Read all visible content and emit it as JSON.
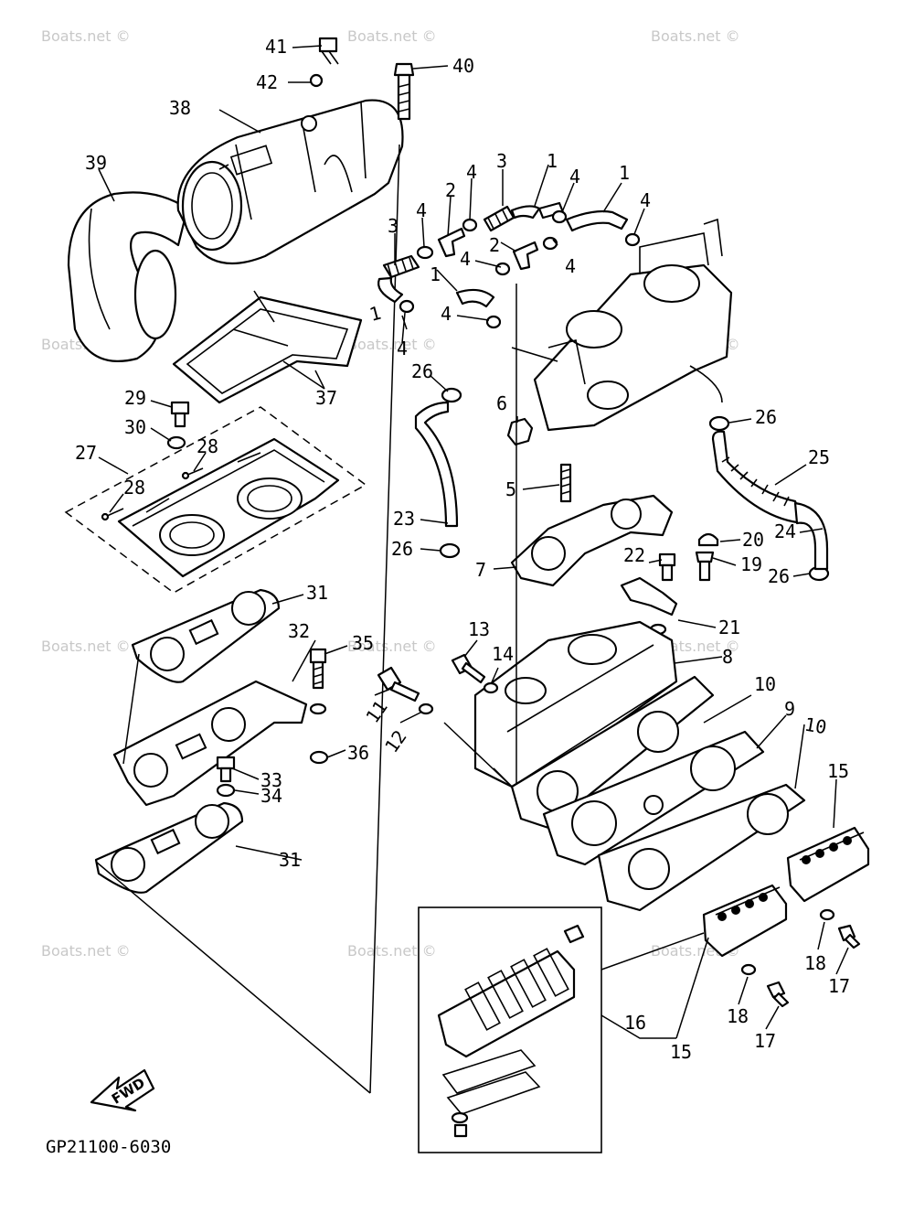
{
  "diagram_code": "GP21100-6030",
  "fwd_label": "FWD",
  "watermark": "Boats.net ©",
  "callouts": [
    {
      "id": "c41",
      "text": "41"
    },
    {
      "id": "c42",
      "text": "42"
    },
    {
      "id": "c40",
      "text": "40"
    },
    {
      "id": "c38",
      "text": "38"
    },
    {
      "id": "c39",
      "text": "39"
    },
    {
      "id": "c37",
      "text": "37"
    },
    {
      "id": "c29",
      "text": "29"
    },
    {
      "id": "c30",
      "text": "30"
    },
    {
      "id": "c27",
      "text": "27"
    },
    {
      "id": "c28a",
      "text": "28"
    },
    {
      "id": "c28b",
      "text": "28"
    },
    {
      "id": "c31a",
      "text": "31"
    },
    {
      "id": "c32",
      "text": "32"
    },
    {
      "id": "c35",
      "text": "35"
    },
    {
      "id": "c33",
      "text": "33"
    },
    {
      "id": "c34",
      "text": "34"
    },
    {
      "id": "c36",
      "text": "36"
    },
    {
      "id": "c31b",
      "text": "31"
    },
    {
      "id": "c11",
      "text": "11"
    },
    {
      "id": "c12",
      "text": "12"
    },
    {
      "id": "c13",
      "text": "13"
    },
    {
      "id": "c14",
      "text": "14"
    },
    {
      "id": "c8",
      "text": "8"
    },
    {
      "id": "c10a",
      "text": "10"
    },
    {
      "id": "c9",
      "text": "9"
    },
    {
      "id": "c10b",
      "text": "10"
    },
    {
      "id": "c15a",
      "text": "15"
    },
    {
      "id": "c18a",
      "text": "18"
    },
    {
      "id": "c17a",
      "text": "17"
    },
    {
      "id": "c18b",
      "text": "18"
    },
    {
      "id": "c17b",
      "text": "17"
    },
    {
      "id": "c16",
      "text": "16"
    },
    {
      "id": "c15b",
      "text": "15"
    },
    {
      "id": "c7",
      "text": "7"
    },
    {
      "id": "c5",
      "text": "5"
    },
    {
      "id": "c6",
      "text": "6"
    },
    {
      "id": "c22",
      "text": "22"
    },
    {
      "id": "c20",
      "text": "20"
    },
    {
      "id": "c19",
      "text": "19"
    },
    {
      "id": "c21",
      "text": "21"
    },
    {
      "id": "c26a",
      "text": "26"
    },
    {
      "id": "c26b",
      "text": "26"
    },
    {
      "id": "c26c",
      "text": "26"
    },
    {
      "id": "c26d",
      "text": "26"
    },
    {
      "id": "c25",
      "text": "25"
    },
    {
      "id": "c24",
      "text": "24"
    },
    {
      "id": "c23",
      "text": "23"
    },
    {
      "id": "c3a",
      "text": "3"
    },
    {
      "id": "c3b",
      "text": "3"
    },
    {
      "id": "c1a",
      "text": "1"
    },
    {
      "id": "c1b",
      "text": "1"
    },
    {
      "id": "c1c",
      "text": "1"
    },
    {
      "id": "c1d",
      "text": "1"
    },
    {
      "id": "c2a",
      "text": "2"
    },
    {
      "id": "c2b",
      "text": "2"
    },
    {
      "id": "c4a",
      "text": "4"
    },
    {
      "id": "c4b",
      "text": "4"
    },
    {
      "id": "c4c",
      "text": "4"
    },
    {
      "id": "c4d",
      "text": "4"
    },
    {
      "id": "c4e",
      "text": "4"
    },
    {
      "id": "c4f",
      "text": "4"
    },
    {
      "id": "c4g",
      "text": "4"
    },
    {
      "id": "c4h",
      "text": "4"
    }
  ]
}
